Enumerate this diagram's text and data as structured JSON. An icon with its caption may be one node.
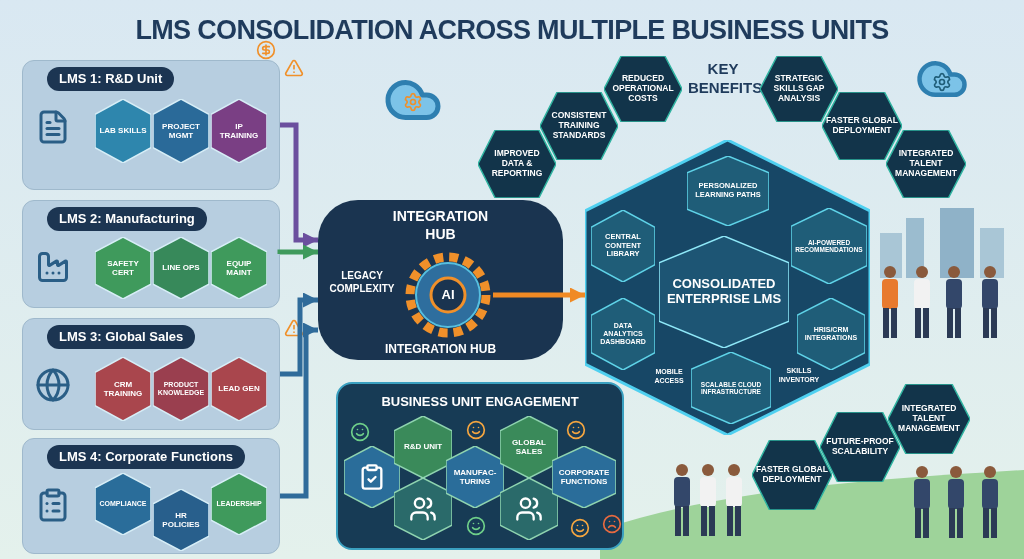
{
  "diagram": {
    "title": "LMS CONSOLIDATION ACROSS MULTIPLE BUSINESS UNITS",
    "nodes": [
      {
        "text": [
          "LMS 1: R&D Unit"
        ]
      },
      {
        "text": [
          "LAB SKILLS"
        ],
        "in": 0
      },
      {
        "text": [
          "PROJECT MGMT"
        ],
        "in": 0
      },
      {
        "text": [
          "IP TRAINING"
        ],
        "in": 0
      },
      {
        "text": [
          "LMS 2: Manufacturing"
        ]
      },
      {
        "text": [
          "SAFETY CERT"
        ],
        "in": 4
      },
      {
        "text": [
          "LINE OPS"
        ],
        "in": 4
      },
      {
        "text": [
          "EQUIP MAINT"
        ],
        "in": 4
      },
      {
        "text": [
          "LMS 3: Global Sales"
        ]
      },
      {
        "text": [
          "CRM TRAINING"
        ],
        "in": 8
      },
      {
        "text": [
          "PRODUCT KNOWLEDGE"
        ],
        "in": 8
      },
      {
        "text": [
          "LEAD GEN"
        ],
        "in": 8
      },
      {
        "text": [
          "LMS 4: Corporate Functions"
        ]
      },
      {
        "text": [
          "COMPLIANCE"
        ],
        "in": 12
      },
      {
        "text": [
          "HR POLICIES"
        ],
        "in": 12
      },
      {
        "text": [
          "LEADERSHIP"
        ],
        "in": 12
      },
      {
        "text": [
          "INTEGRATION HUB",
          "LEGACY COMPLEXITY",
          "INTEGRATION HUB"
        ]
      },
      {
        "text": [
          "AI"
        ],
        "in": 16
      },
      {
        "text": [],
        "shape": "hexagon"
      },
      {
        "text": [
          "CONSOLIDATED ENTERPRISE LMS"
        ],
        "in": 18
      },
      {
        "text": [
          "CENTRAL CONTENT LIBRARY"
        ],
        "in": 18
      },
      {
        "text": [
          "PERSONALIZED LEARNING PATHS"
        ],
        "in": 18
      },
      {
        "text": [
          "AI-POWERED RECOMMENDATIONS"
        ],
        "in": 18
      },
      {
        "text": [
          "DATA ANALYTICS DASHBOARD"
        ],
        "in": 18
      },
      {
        "text": [
          "MOBILE ACCESS"
        ],
        "in": 18
      },
      {
        "text": [
          "SCALABLE CLOUD INFRASTRUCTURE"
        ],
        "in": 18
      },
      {
        "text": [
          "SKILLS INVENTORY"
        ],
        "in": 18
      },
      {
        "text": [
          "HRIS/CRM INTEGRATIONS"
        ],
        "in": 18
      },
      {
        "text": [
          "IMPROVED DATA & REPORTING"
        ]
      },
      {
        "text": [
          "CONSISTENT TRAINING STANDARDS"
        ]
      },
      {
        "text": [
          "REDUCED OPERATIONAL COSTS"
        ]
      },
      {
        "text": [
          "STRATEGIC SKILLS GAP ANALYSIS"
        ]
      },
      {
        "text": [
          "FASTER GLOBAL DEPLOYMENT"
        ]
      },
      {
        "text": [
          "INTEGRATED TALENT MANAGEMENT"
        ]
      },
      {
        "text": [
          "BUSINESS UNIT ENGAGEMENT"
        ]
      },
      {
        "text": [],
        "shape": "hexagon",
        "in": 34
      },
      {
        "text": [
          "R&D UNIT"
        ],
        "in": 34
      },
      {
        "text": [],
        "shape": "hexagon",
        "in": 34
      },
      {
        "text": [
          "MANUFAC-TURING"
        ],
        "in": 34
      },
      {
        "text": [
          "GLOBAL SALES"
        ],
        "in": 34
      },
      {
        "text": [],
        "shape": "hexagon",
        "in": 34
      },
      {
        "text": [
          "CORPORATE FUNCTIONS"
        ],
        "in": 34
      },
      {
        "text": [
          "INTEGRATED TALENT MANAGEMENT"
        ]
      },
      {
        "text": [
          "FUTURE-PROOF SCALABILITY"
        ]
      },
      {
        "text": [
          "FASTER GLOBAL DEPLOYMENT"
        ]
      }
    ],
    "edges": [
      {
        "from": 0,
        "to": 16,
        "arrow": "to",
        "color": "#6b4f9e"
      },
      {
        "from": 4,
        "to": 16,
        "arrow": "to",
        "color": "#3f9a5c"
      },
      {
        "from": 8,
        "to": 16,
        "arrow": "to"
      },
      {
        "from": 12,
        "to": 16,
        "arrow": "to"
      },
      {
        "from": 17,
        "to": 18,
        "arrow": "to",
        "color": "#f08a24"
      }
    ],
    "labels": [
      "KEY BENEFITS"
    ]
  }
}
